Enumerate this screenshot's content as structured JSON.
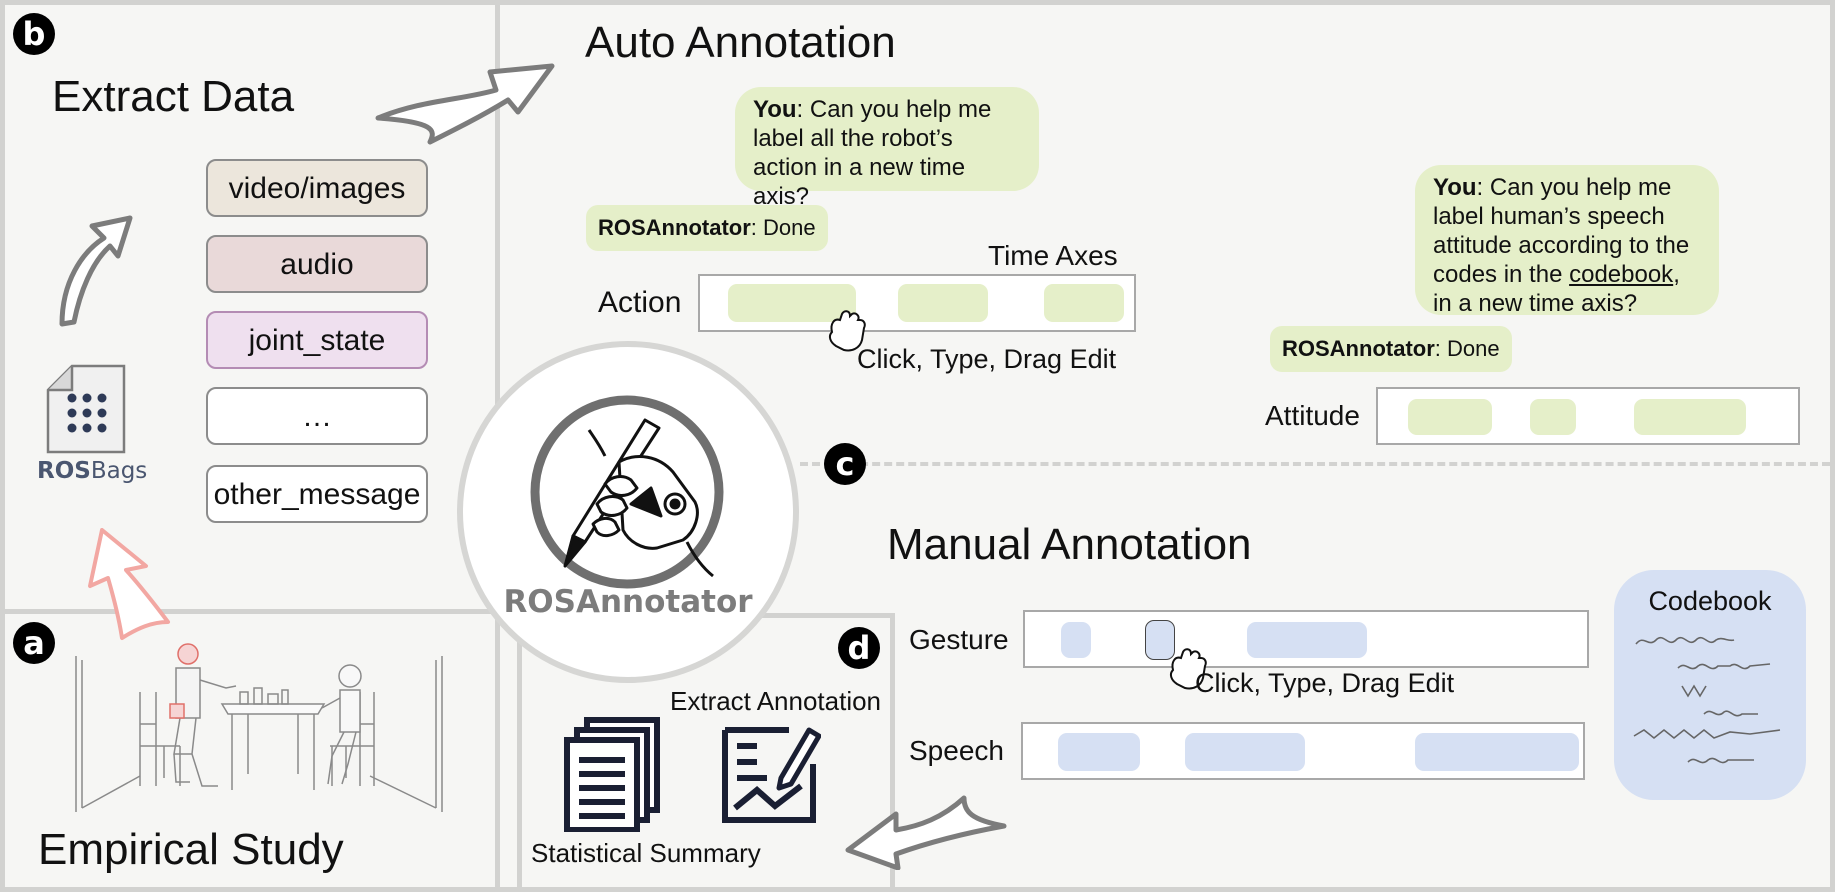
{
  "badges": {
    "a": "a",
    "b": "b",
    "c": "c",
    "d": "d"
  },
  "extract": {
    "title": "Extract Data",
    "chips": [
      "video/images",
      "audio",
      "joint_state",
      "…",
      "other_message"
    ],
    "rosbags_prefix": "ROS",
    "rosbags_suffix": "Bags"
  },
  "empirical": {
    "title": "Empirical Study"
  },
  "logo": {
    "name": "ROSAnnotator"
  },
  "auto": {
    "title": "Auto Annotation",
    "q1_you": "You",
    "q1_lines": [
      ": Can you help me",
      "label all the robot’s",
      "action in a new time axis?"
    ],
    "done1_name": "ROSAnnotator",
    "done1_text": ": Done",
    "time_axes": "Time Axes",
    "action_label": "Action",
    "edit_hint": "Click, Type, Drag Edit",
    "q2_you": "You",
    "q2_lines": [
      ": Can you help me",
      "label human’s speech",
      "attitude according to the",
      "codes in the ",
      "codebook",
      ",",
      "in a new time axis?"
    ],
    "done2_name": "ROSAnnotator",
    "done2_text": ": Done",
    "attitude_label": "Attitude"
  },
  "manual": {
    "title": "Manual Annotation",
    "gesture_label": "Gesture",
    "speech_label": "Speech",
    "edit_hint": "Click, Type, Drag Edit",
    "codebook_title": "Codebook"
  },
  "summary": {
    "extract_annotation": "Extract Annotation",
    "statistical_summary": "Statistical Summary"
  },
  "colors": {
    "panel_bg": "#f6f6f4",
    "panel_border": "#d2d2d0",
    "green_seg": "#e5efc9",
    "blue_seg": "#d6e0f3",
    "chip_video": "#ece6dc",
    "chip_audio": "#e9d9d9",
    "chip_joint": "#efe0ef",
    "logo_text": "#7c7c7c",
    "rosbags": "#4a5670",
    "pink_arrow": "#f2a7a2"
  }
}
